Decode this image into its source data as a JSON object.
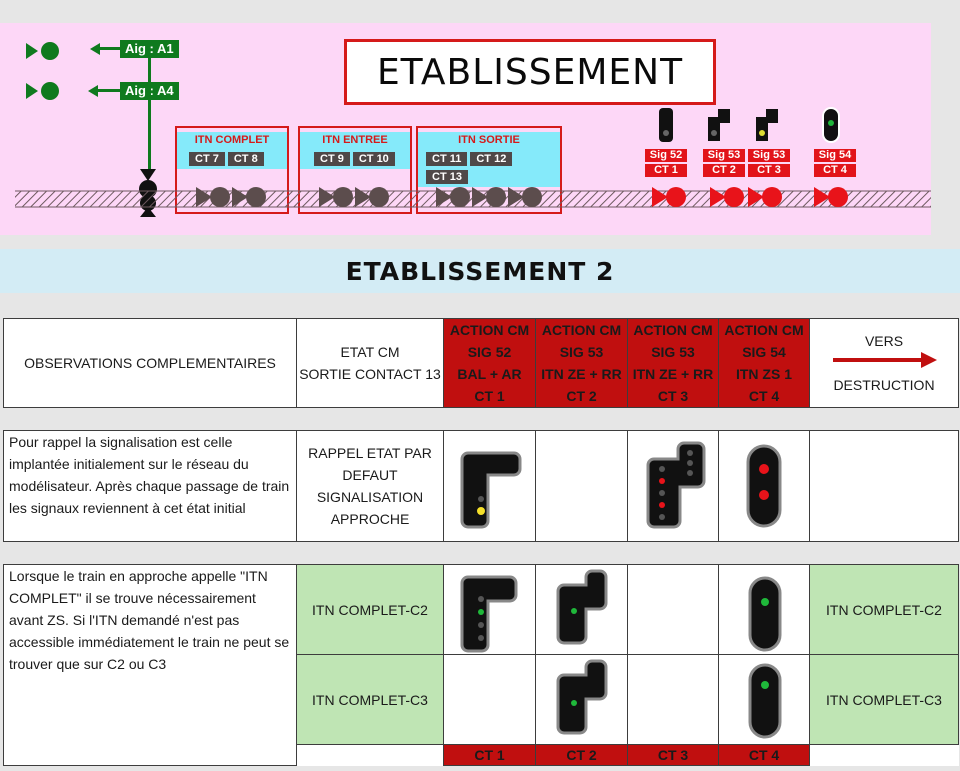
{
  "diagram": {
    "title": "ETABLISSEMENT",
    "aiguilles": [
      "Aig : A1",
      "Aig : A4"
    ],
    "itn_groups": [
      {
        "label": "ITN COMPLET",
        "cts": [
          "CT 7",
          "CT 8"
        ]
      },
      {
        "label": "ITN ENTREE",
        "cts": [
          "CT 9",
          "CT 10"
        ]
      },
      {
        "label": "ITN SORTIE",
        "cts": [
          "CT 11",
          "CT 12",
          "CT 13"
        ]
      }
    ],
    "signals": [
      {
        "sig": "Sig 52",
        "ct": "CT  1"
      },
      {
        "sig": "Sig 53",
        "ct": "CT  2"
      },
      {
        "sig": "Sig 53",
        "ct": "CT  3"
      },
      {
        "sig": "Sig 54",
        "ct": "CT  4"
      }
    ]
  },
  "subtitle": "ETABLISSEMENT 2",
  "header": {
    "observations": "OBSERVATIONS COMPLEMENTAIRES",
    "etat": [
      "ETAT CM",
      "SORTIE CONTACT 13"
    ],
    "actions": [
      [
        "ACTION CM",
        "SIG 52",
        "BAL + AR",
        "CT 1"
      ],
      [
        "ACTION CM",
        "SIG 53",
        "ITN  ZE + RR",
        "CT 2"
      ],
      [
        "ACTION CM",
        "SIG 53",
        "ITN  ZE + RR",
        "CT 3"
      ],
      [
        "ACTION CM",
        "SIG 54",
        "ITN  ZS 1",
        "CT 4"
      ]
    ],
    "vers": "VERS",
    "destruction": "DESTRUCTION"
  },
  "rappel": {
    "observation": "Pour rappel la signalisation est celle implantée initialement sur le réseau du modélisateur. Après chaque passage de train les signaux reviennent à cet état initial",
    "etat": [
      "RAPPEL ETAT PAR",
      "DEFAUT",
      "SIGNALISATION",
      "APPROCHE"
    ]
  },
  "itn": {
    "observation": "Lorsque le train en approche appelle \"ITN COMPLET\" il se trouve nécessairement avant ZS. Si l'ITN demandé n'est pas accessible immédiatement le train ne peut se trouver que sur C2 ou C3",
    "rows": [
      {
        "etat": "ITN COMPLET-C2",
        "destruction": "ITN COMPLET-C2"
      },
      {
        "etat": "ITN COMPLET-C3",
        "destruction": "ITN COMPLET-C3"
      }
    ],
    "footer": [
      "CT 1",
      "CT 2",
      "CT 3",
      "CT 4"
    ]
  },
  "colors": {
    "red": "#c00f0f",
    "green_cell": "#bfe5b4",
    "pink": "#fdd7f7",
    "light_blue": "#d3ecf5",
    "yellow_light": "#f5e02a",
    "red_light": "#e8131a",
    "green_light": "#1fb83a"
  }
}
